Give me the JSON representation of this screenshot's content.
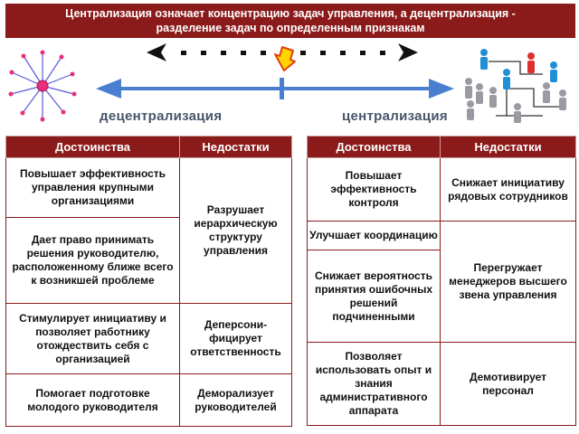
{
  "title": {
    "line1": "Централизация означает концентрацию задач управления, а децентрализация -",
    "line2": "разделение задач по определенным признакам"
  },
  "scale": {
    "left_label": "децентрализация",
    "right_label": "централизация",
    "arrow_color": "#4a7fd0",
    "title_color": "#8b1a1a"
  },
  "decentralization_table": {
    "headers": [
      "Достоинства",
      "Недостатки"
    ],
    "advantages": [
      "Повышает эффективность управления крупными организациями",
      "Дает право принимать решения руководителю, расположенному ближе всего к возникшей проблеме",
      "Стимулирует инициативу и позволяет работнику отождествить себя с организацией",
      "Помогает подготовке молодого руководителя"
    ],
    "disadvantages": [
      "Разрушает иерархическую структуру управления",
      "Деперсони-фицирует ответственность",
      "Деморализует руководителей"
    ]
  },
  "centralization_table": {
    "headers": [
      "Достоинства",
      "Недостатки"
    ],
    "advantages": [
      "Повышает эффективность контроля",
      "Улучшает координацию",
      "Снижает вероятность принятия ошибочных решений подчиненными",
      "Позволяет использовать опыт и знания административного аппарата"
    ],
    "disadvantages": [
      "Снижает инициативу рядовых сотрудников",
      "Перегружает менеджеров высшего звена управления",
      "Демотивирует персонал"
    ]
  }
}
